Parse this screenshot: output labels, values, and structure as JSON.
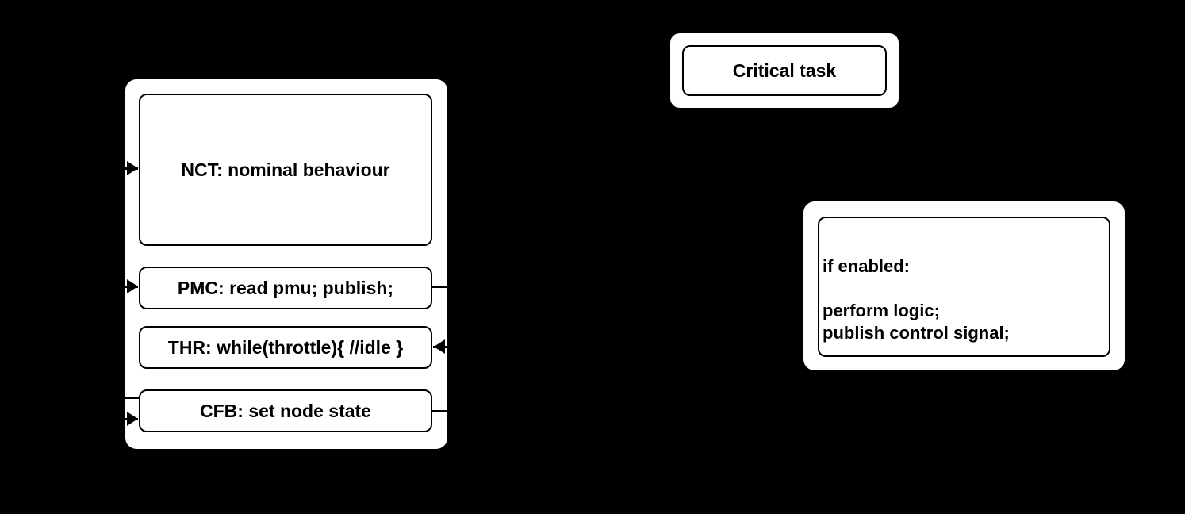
{
  "diagram": {
    "background_color": "#000000",
    "shape_fill": "#ffffff",
    "stroke_color": "#000000",
    "node_group_left": {
      "name": "node-task-group",
      "boxes": [
        {
          "id": "nct",
          "label": "NCT: nominal behaviour"
        },
        {
          "id": "pmc",
          "label": "PMC: read pmu; publish;"
        },
        {
          "id": "thr",
          "label": "THR: while(throttle){ //idle }"
        },
        {
          "id": "cfb",
          "label": "CFB: set node state"
        }
      ]
    },
    "critical_task": {
      "name": "critical-task-group",
      "label": "Critical task"
    },
    "control_task": {
      "name": "control-task-group",
      "lines": [
        "if enabled:",
        "",
        "perform logic;",
        "publish control signal;"
      ],
      "text": "if enabled:\n\nperform logic;\npublish control signal;"
    },
    "connectors": [
      {
        "id": "in-nct",
        "type": "arrow-right",
        "target": "nct"
      },
      {
        "id": "in-pmc",
        "type": "arrow-right",
        "target": "pmc"
      },
      {
        "id": "in-cfb",
        "type": "arrow-right",
        "target": "cfb"
      },
      {
        "id": "in-thr",
        "type": "arrow-left",
        "target": "thr"
      },
      {
        "id": "out-pmc",
        "type": "line",
        "source": "pmc"
      },
      {
        "id": "out-cfb",
        "type": "line",
        "source": "cfb"
      },
      {
        "id": "stub-cfb-top",
        "type": "line",
        "source": "cfb"
      }
    ]
  }
}
